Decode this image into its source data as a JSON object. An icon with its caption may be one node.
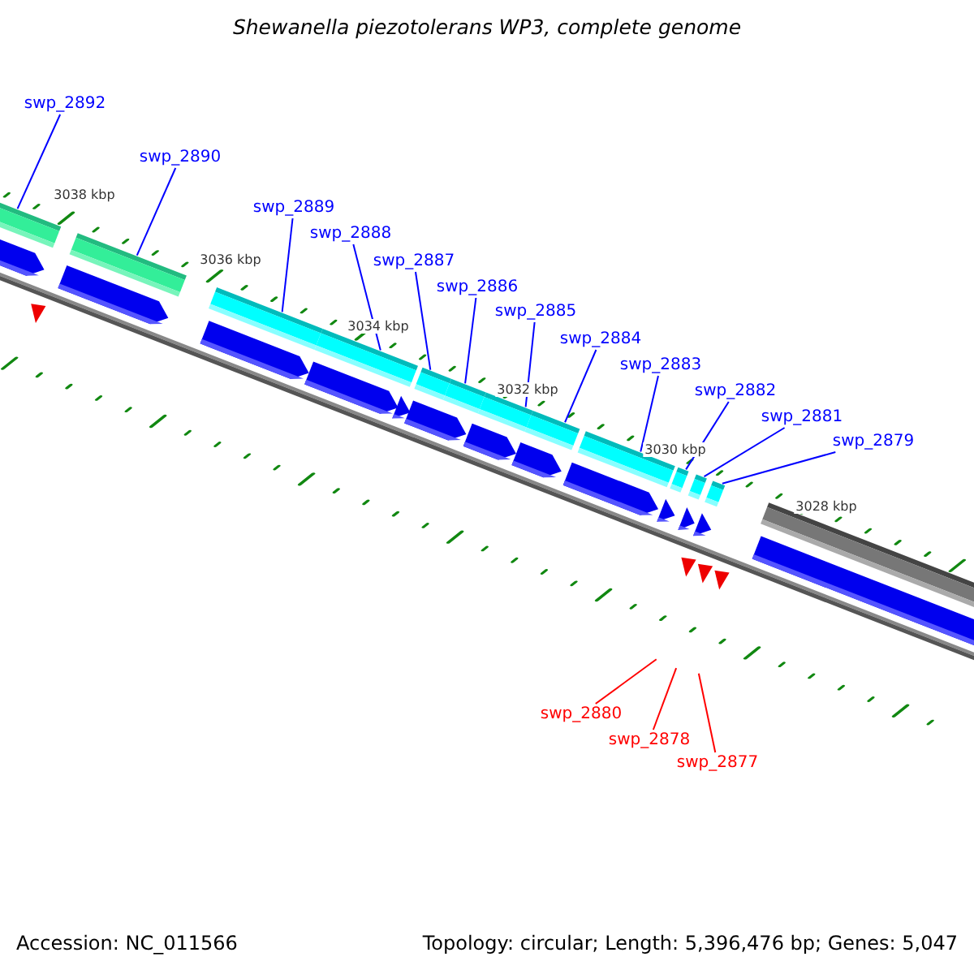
{
  "diagram": {
    "title": "Shewanella piezotolerans WP3, complete genome",
    "nodes": [
      {
        "text": [
          "swp_2892"
        ]
      },
      {
        "text": [
          "swp_2890"
        ]
      },
      {
        "text": [
          "swp_2889"
        ]
      },
      {
        "text": [
          "swp_2888"
        ]
      },
      {
        "text": [
          "swp_2887"
        ]
      },
      {
        "text": [
          "swp_2886"
        ]
      },
      {
        "text": [
          "swp_2885"
        ]
      },
      {
        "text": [
          "swp_2884"
        ]
      },
      {
        "text": [
          "swp_2883"
        ]
      },
      {
        "text": [
          "swp_2882"
        ]
      },
      {
        "text": [
          "swp_2881"
        ]
      },
      {
        "text": [
          "swp_2879"
        ]
      },
      {
        "text": [
          "swp_2880"
        ]
      },
      {
        "text": [
          "swp_2878"
        ]
      },
      {
        "text": [
          "swp_2877"
        ]
      },
      {
        "text": [],
        "shape": "bar"
      },
      {
        "text": [],
        "shape": "bar"
      },
      {
        "text": [],
        "shape": "bar"
      },
      {
        "text": [],
        "shape": "bar"
      },
      {
        "text": [],
        "shape": "bar"
      },
      {
        "text": [],
        "shape": "bar"
      },
      {
        "text": [],
        "shape": "bar"
      },
      {
        "text": [],
        "shape": "bar"
      },
      {
        "text": [],
        "shape": "bar"
      },
      {
        "text": [],
        "shape": "bar"
      },
      {
        "text": [],
        "shape": "bar"
      },
      {
        "text": [],
        "shape": "bar"
      }
    ],
    "edges": [
      {
        "from": 0,
        "to": 15,
        "arrow": "none"
      },
      {
        "from": 1,
        "to": 16,
        "arrow": "none"
      },
      {
        "from": 2,
        "to": 17,
        "arrow": "none"
      },
      {
        "from": 3,
        "to": 18,
        "arrow": "none"
      },
      {
        "from": 4,
        "to": 19,
        "arrow": "none"
      },
      {
        "from": 5,
        "to": 20,
        "arrow": "none"
      },
      {
        "from": 6,
        "to": 21,
        "arrow": "none"
      },
      {
        "from": 7,
        "to": 22,
        "arrow": "none"
      },
      {
        "from": 8,
        "to": 23,
        "arrow": "none"
      },
      {
        "from": 9,
        "to": 24,
        "arrow": "none"
      },
      {
        "from": 10,
        "to": 25,
        "arrow": "none"
      },
      {
        "from": 11,
        "to": 26,
        "arrow": "none"
      },
      {
        "from": 12,
        "to": null,
        "arrow": "none",
        "color": "#ff0000"
      },
      {
        "from": 13,
        "to": null,
        "arrow": "none",
        "color": "#ff0000"
      },
      {
        "from": 14,
        "to": null,
        "arrow": "none",
        "color": "#ff0000"
      }
    ],
    "labels": [
      "3038 kbp",
      "3036 kbp",
      "3034 kbp",
      "3032 kbp",
      "3030 kbp",
      "3028 kbp",
      "Accession: NC_011566",
      "Topology: circular; Length: 5,396,476 bp; Genes: 5,047"
    ]
  }
}
